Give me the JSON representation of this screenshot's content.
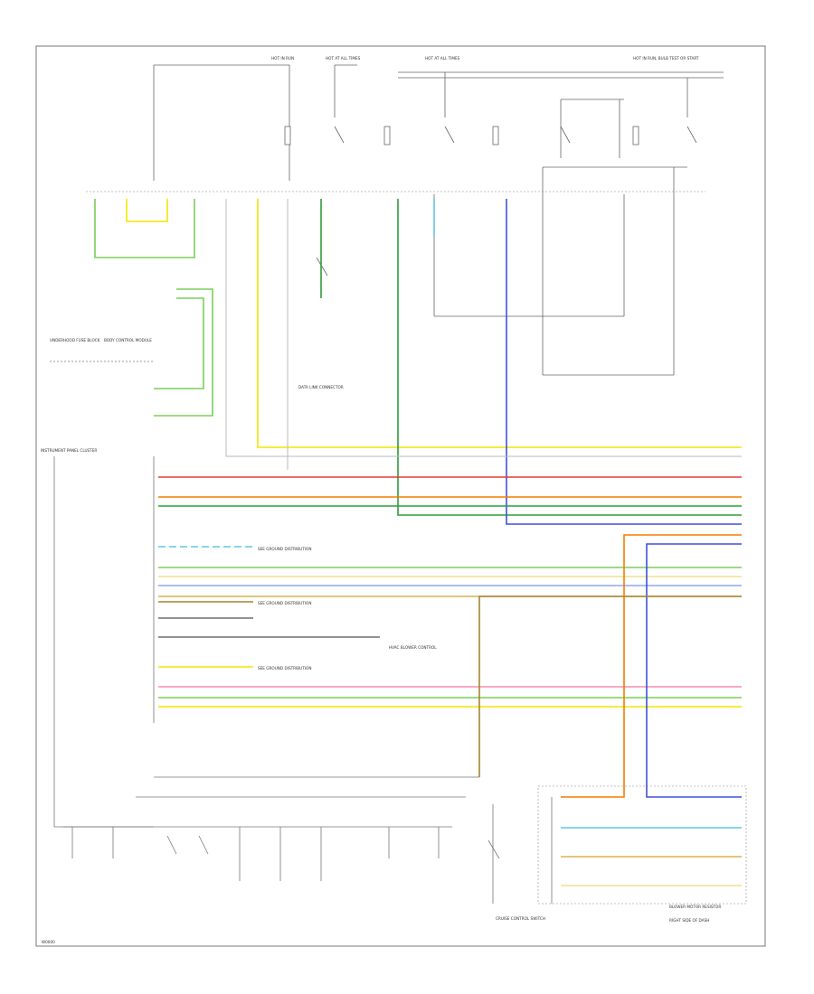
{
  "diagram": {
    "top_labels": [
      "HOT IN RUN",
      "HOT AT ALL TIMES",
      "HOT AT ALL TIMES",
      "HOT IN RUN, BULB TEST OR START"
    ],
    "left_modules": [
      "UNDERHOOD FUSE BLOCK",
      "BODY CONTROL MODULE",
      "INSTRUMENT PANEL CLUSTER"
    ],
    "inline_notes": [
      "DATA LINK CONNECTOR",
      "SEE GROUND DISTRIBUTION",
      "SEE GROUND DISTRIBUTION",
      "SEE GROUND DISTRIBUTION",
      "HVAC BLOWER CONTROL"
    ],
    "bottom_switches": [
      "CRUISE CONTROL SWITCH",
      "BLOWER MOTOR RESISTOR",
      "RIGHT SIDE OF DASH"
    ],
    "corner_code": "W0000",
    "wires": {
      "red": "#e53935",
      "orange": "#f57c00",
      "yellow": "#f2e600",
      "green": "#2e9d3a",
      "lt_green": "#7ccf5a",
      "blue": "#3f51d8",
      "lt_blue": "#5fc7e8",
      "tan": "#d9b24c",
      "brown": "#a8842f",
      "black": "#6f6f6f"
    }
  }
}
